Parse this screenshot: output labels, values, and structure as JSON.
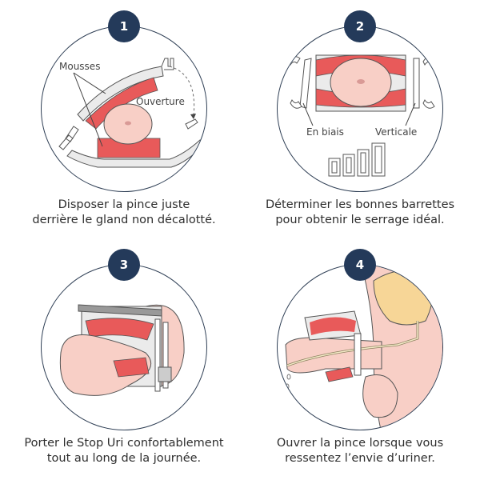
{
  "colors": {
    "badge": "#243a5a",
    "foam": "#e85a5a",
    "skin": "#f8cfc6",
    "clamp": "#ebebeb",
    "bladder": "#f7d697",
    "text": "#2e2e2e"
  },
  "steps": [
    {
      "number": "1",
      "labels": {
        "foam": "Mousses",
        "opening": "Ouverture"
      },
      "caption": {
        "line1": "Disposer la pince juste",
        "line2": "derrière le gland non décalotté."
      }
    },
    {
      "number": "2",
      "labels": {
        "angled": "En biais",
        "vertical": "Verticale"
      },
      "caption": {
        "line1": "Déterminer les bonnes barrettes",
        "line2": "pour obtenir le serrage idéal."
      }
    },
    {
      "number": "3",
      "caption": {
        "line1": "Porter le Stop Uri confortablement",
        "line2": "tout au long de la journée."
      }
    },
    {
      "number": "4",
      "caption": {
        "line1": "Ouvrer la pince lorsque vous",
        "line2": "ressentez l’envie d’uriner."
      }
    }
  ]
}
